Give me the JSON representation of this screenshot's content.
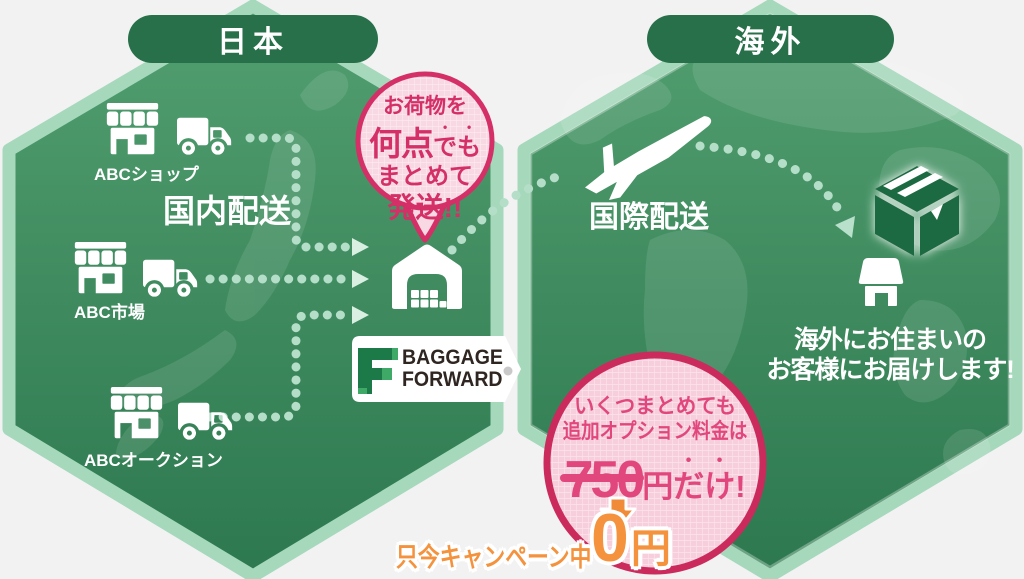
{
  "japan": {
    "title": "日本",
    "domestic_shipping": "国内配送",
    "senders": [
      {
        "label": "ABCショップ"
      },
      {
        "label": "ABC市場"
      },
      {
        "label": "ABCオークション"
      }
    ],
    "bubble": {
      "line1": "お荷物を",
      "line2_emphasis": "何点",
      "line2_rest": "でも",
      "line3": "まとめて",
      "line4": "発送!!"
    }
  },
  "brand": {
    "name_line1": "BAGGAGE",
    "name_line2": "FORWARD"
  },
  "overseas": {
    "title": "海外",
    "international_shipping": "国際配送",
    "delivery_line1": "海外にお住まいの",
    "delivery_line2": "お客様にお届けします!"
  },
  "promo": {
    "line1": "いくつまとめても",
    "line2": "追加オプション料金は",
    "old_price": "750",
    "unit": "円",
    "suffix": "だけ",
    "exclaim": "!",
    "campaign": "只今キャンペーン中",
    "new_price": "0",
    "new_price_unit": "円"
  },
  "colors": {
    "background": "#f2f2f3",
    "hex_fill_top": "#529f70",
    "hex_fill_bottom": "#2d784f",
    "hex_border": "#a6d8bb",
    "pill_green": "#27704a",
    "accent_pink": "#d42f66",
    "promo_pink": "#e1477c",
    "bubble_fill": "#f8d7e2",
    "orange": "#f4923d",
    "box_green": "#1e6b43",
    "logo_text": "#2f2622",
    "dots_green": "#b5dec8"
  }
}
